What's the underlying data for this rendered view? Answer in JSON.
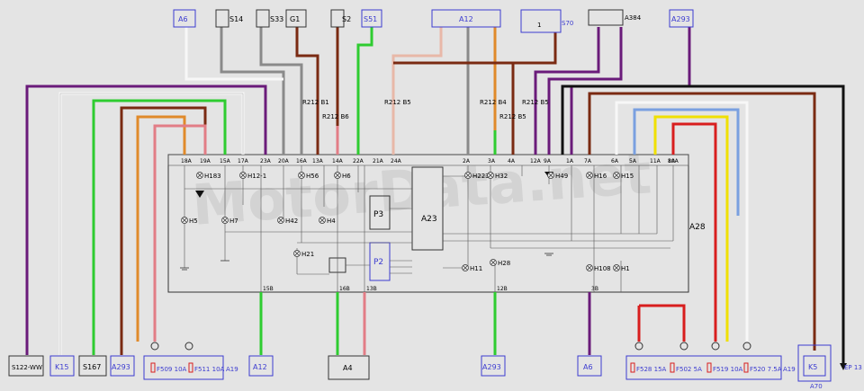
{
  "watermark": "MotorData.net",
  "colors": {
    "purple": "#6a1b7a",
    "white": "#f7f7f7",
    "grey": "#8a8a8a",
    "green": "#2ecc30",
    "orange": "#e08a2a",
    "pink": "#e27d86",
    "brown": "#7a2a12",
    "red": "#d81e1e",
    "yellow": "#f0e000",
    "light_blue": "#7aa0e0",
    "black": "#111111",
    "box_blue": "#3b3bd0"
  },
  "top_components": {
    "a6": "A6",
    "s14": "S14",
    "s33": "S33",
    "g1": "G1",
    "s2": "S2",
    "s51": "S51",
    "a12": "A12",
    "s70": "S70",
    "s70_pin": "1",
    "a384": "A384",
    "a293": "A293"
  },
  "cluster": {
    "name": "A28",
    "p3": "P3",
    "p2": "P2",
    "a23": "A23",
    "lamps": [
      "H183",
      "H12-1",
      "H56",
      "H6",
      "H223",
      "H32",
      "H49",
      "H16",
      "H15",
      "H5",
      "H7",
      "H42",
      "H4",
      "H21",
      "H11",
      "H28",
      "H108",
      "H1"
    ],
    "top_pins": [
      "18A",
      "19A",
      "15A",
      "17A",
      "23A",
      "20A",
      "16A",
      "13A",
      "14A",
      "22A",
      "21A",
      "24A",
      "2A",
      "3A",
      "4A",
      "12A",
      "9A",
      "1A",
      "7A",
      "6A",
      "5A",
      "11A",
      "10A",
      "8A"
    ],
    "bottom_pins": [
      "15B",
      "16B",
      "13B",
      "12B",
      "3B"
    ]
  },
  "resistors": {
    "r_b1": "R212 B1",
    "r_b6": "R212 B6",
    "r_b5": "R212 B5",
    "r_b4": "R212 B4",
    "r_b3": "R212 B5",
    "r_b2": "R212 B5"
  },
  "bottom_components": {
    "s122": "S122-WW",
    "k15": "K15",
    "s167": "S167",
    "a293": "A293",
    "a19_left": "A19",
    "f509": "F509 10A",
    "f511": "F511 10A",
    "a12": "A12",
    "a4": "A4",
    "a293_b": "A293",
    "a6": "A6",
    "a19_right": "A19",
    "f528": "F528 15A",
    "f502": "F502 5A",
    "f519": "F519 10A",
    "f520": "F520 7.5A",
    "k5": "K5",
    "a70": "A70",
    "ep13": "EP 13"
  }
}
